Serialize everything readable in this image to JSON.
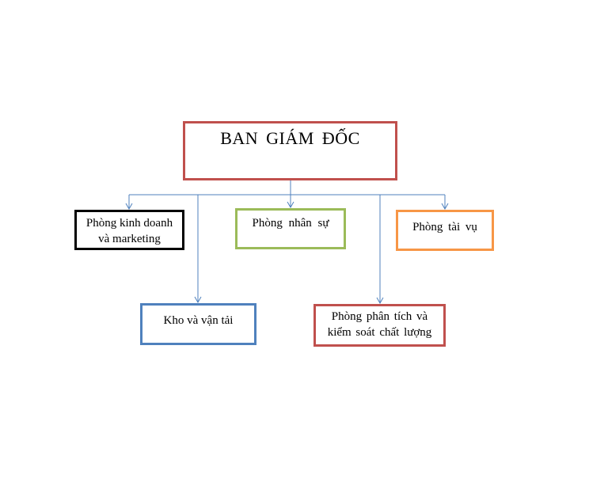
{
  "diagram": {
    "root": {
      "label": "BAN GIÁM ĐỐC",
      "border_color": "#c0504d"
    },
    "departments": [
      {
        "id": "sales",
        "lines": [
          "Phòng kinh doanh",
          "và marketing"
        ],
        "border_color": "#000000"
      },
      {
        "id": "hr",
        "lines": [
          "Phòng nhân sự"
        ],
        "border_color": "#9bbb59"
      },
      {
        "id": "finance",
        "lines": [
          "Phòng tài vụ"
        ],
        "border_color": "#f79646"
      },
      {
        "id": "logistics",
        "lines": [
          "Kho và vận tải"
        ],
        "border_color": "#4f81bd"
      },
      {
        "id": "qa",
        "lines": [
          "Phòng phân tích và",
          "kiểm soát chất lượng"
        ],
        "border_color": "#c0504d"
      }
    ],
    "edges": [
      {
        "from": "root",
        "to": "sales"
      },
      {
        "from": "root",
        "to": "hr"
      },
      {
        "from": "root",
        "to": "finance"
      },
      {
        "from": "root",
        "to": "logistics"
      },
      {
        "from": "root",
        "to": "qa"
      }
    ],
    "connector_color": "#4f81bd"
  }
}
